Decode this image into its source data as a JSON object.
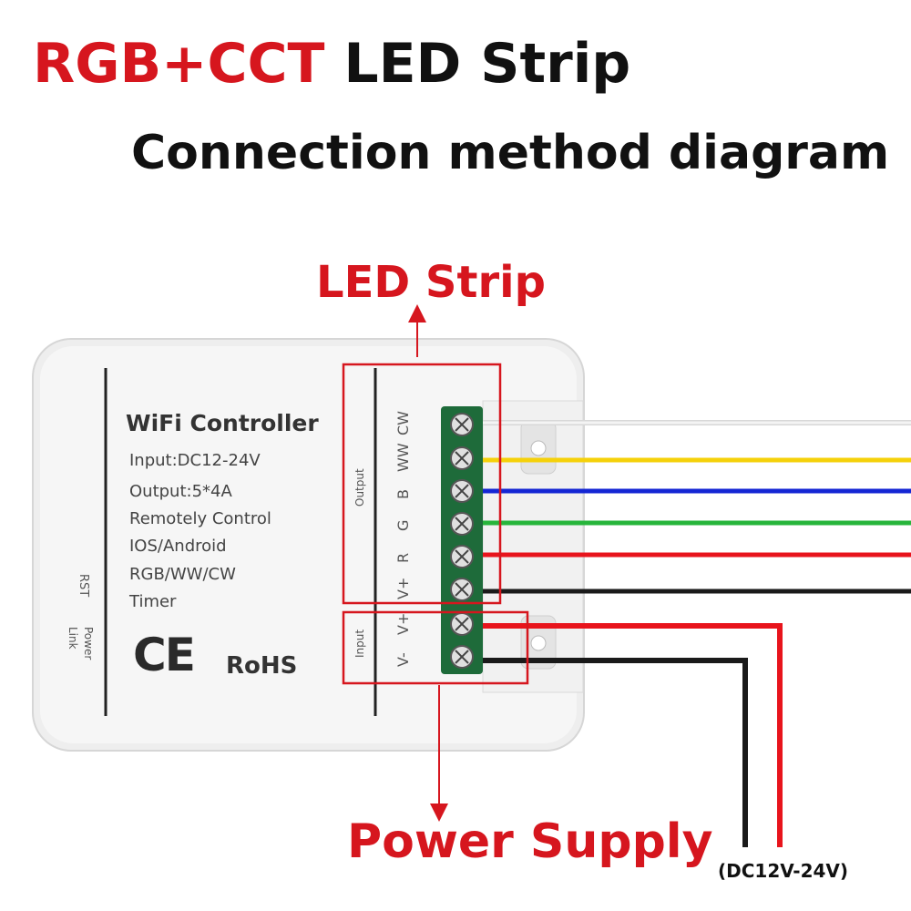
{
  "header": {
    "title_highlight": "RGB+CCT",
    "title_rest": " LED Strip",
    "subtitle": "Connection method diagram"
  },
  "labels": {
    "led_strip": "LED Strip",
    "power_supply": "Power Supply",
    "voltage_range": "(DC12V-24V)"
  },
  "controller": {
    "title": "WiFi Controller",
    "specs": [
      "Input:DC12-24V",
      "Output:5*4A",
      "Remotely Control",
      "IOS/Android",
      "RGB/WW/CW",
      "Timer"
    ],
    "ce_mark": "CE",
    "rohs_mark": "RoHS",
    "rst_label": "RST",
    "power_label": "Power",
    "link_label": "Link",
    "output_label": "Output",
    "input_label": "Input",
    "terminals": [
      "CW",
      "WW",
      "B",
      "G",
      "R",
      "V+",
      "V+",
      "V-"
    ]
  },
  "colors": {
    "accent_red": "#d6161e",
    "wire_white": "#e8e8e8",
    "wire_yellow": "#f5d10a",
    "wire_blue": "#1426d4",
    "wire_green": "#27b53b",
    "wire_red": "#e8141c",
    "wire_black": "#1a1a1a",
    "terminal_green": "#1e6b3a"
  }
}
